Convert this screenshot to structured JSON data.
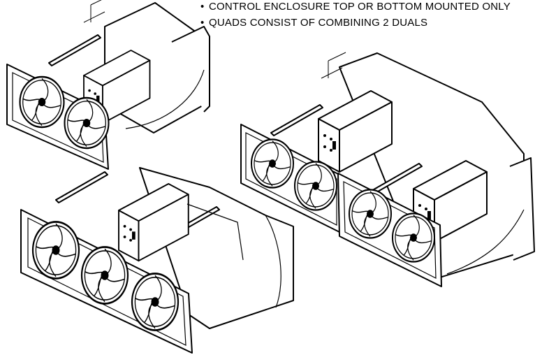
{
  "notes": [
    "CONTROL ENCLOSURE TOP OR BOTTOM MOUNTED ONLY",
    "QUADS CONSIST OF COMBINING 2 DUALS"
  ],
  "bullet_glyph": "•",
  "units": [
    {
      "id": "dual",
      "fan_count": 2
    },
    {
      "id": "triple",
      "fan_count": 3
    },
    {
      "id": "quad",
      "fan_count": 4
    }
  ]
}
